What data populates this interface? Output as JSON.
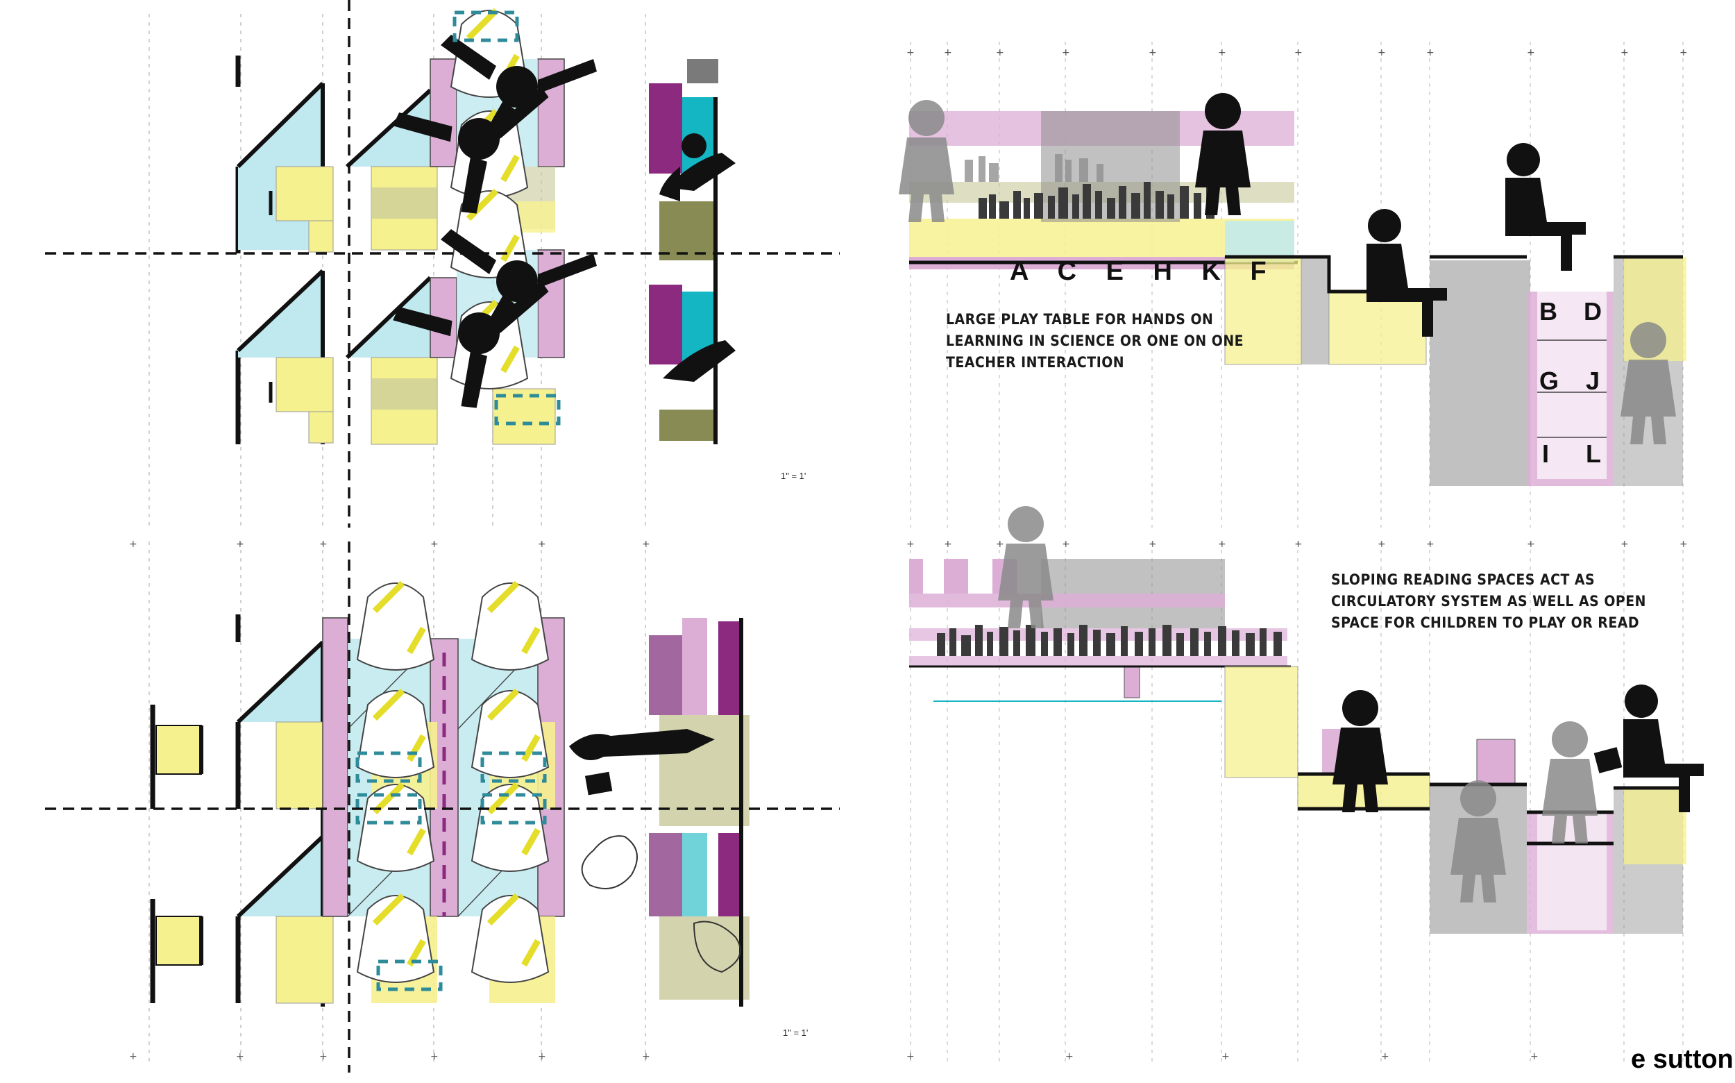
{
  "colors": {
    "cyan": "#bfe9ef",
    "pink": "#dcaed6",
    "yellow": "#f6f18f",
    "olive": "#c8c99a",
    "magenta": "#8b2a7f",
    "teal": "#13b6c2",
    "gray": "#9c9c9c",
    "ink": "#111111"
  },
  "section_top": {
    "letters": "A C E H K F",
    "note_lines": [
      "LARGE PLAY TABLE FOR HANDS ON",
      "LEARNING IN SCIENCE OR ONE ON ONE",
      "TEACHER INTERACTION"
    ],
    "shelf_labels": [
      {
        "left": "B",
        "right": "D"
      },
      {
        "left": "G",
        "right": "J"
      },
      {
        "left": "I",
        "right": "L"
      }
    ]
  },
  "section_bottom": {
    "note_lines": [
      "SLOPING READING SPACES ACT AS",
      "CIRCULATORY SYSTEM AS WELL AS OPEN",
      "SPACE FOR CHILDREN TO PLAY OR READ"
    ]
  },
  "plans": {
    "scale_top": "1\" = 1'",
    "scale_bottom": "1\" = 1'"
  },
  "author": "e sutton"
}
